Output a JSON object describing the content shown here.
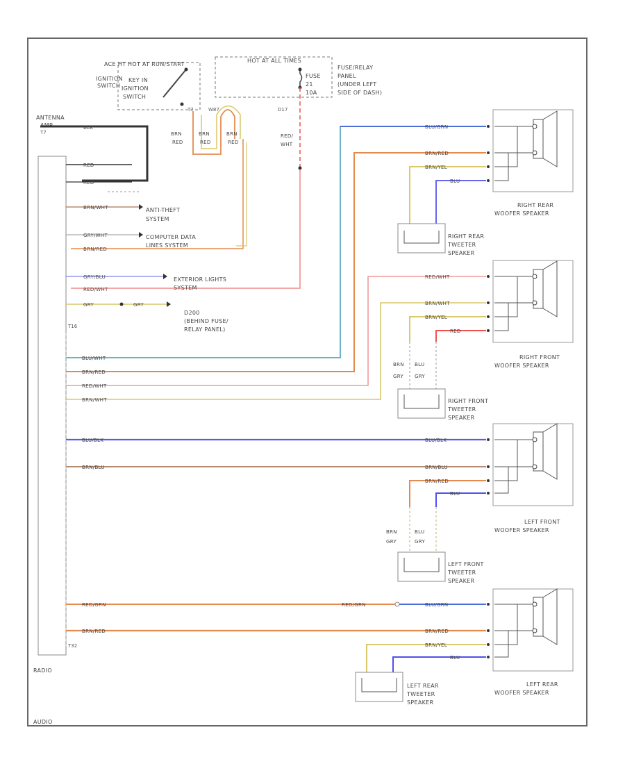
{
  "colors": {
    "blue": "#4d6fd6",
    "orange": "#e58a4e",
    "yellow": "#d9c96a",
    "red": "#ef6f6f",
    "pink": "#f29a9a",
    "black": "#333333",
    "teal": "#6fb3c8",
    "brown": "#b58c72",
    "violet": "#6666ee"
  },
  "top": {
    "ign_switch_header": "ACE HT HOT AT RUN/START",
    "ign_switch_l1": "IGNITION",
    "ign_switch_l2": "SWITCH",
    "key_in_l1": "KEY IN",
    "key_in_l2": "IGNITION",
    "key_in_l3": "SWITCH",
    "fuse_header": "HOT AT ALL TIMES",
    "fuse_l1": "FUSE",
    "fuse_l2": "21",
    "fuse_l3": "10A",
    "fuse_panel_l1": "FUSE/RELAY",
    "fuse_panel_l2": "PANEL",
    "fuse_panel_l3": "(UNDER LEFT",
    "fuse_panel_l4": "SIDE OF DASH)",
    "d17": "D17",
    "w87": "W87",
    "t7": "T7",
    "brn": "BRN",
    "red": "RED",
    "red_wht_1": "RED/",
    "red_wht_2": "WHT",
    "antenna_l1": "ANTENNA",
    "antenna_l2": "AMP",
    "antenna_l3": "T7"
  },
  "radio": {
    "wire_blk": "BLK",
    "wire_red1": "RED",
    "wire_red2": "RED",
    "anti_theft_wire": "BRN/WHT",
    "anti_theft_l1": "ANTI-THEFT",
    "anti_theft_l2": "SYSTEM",
    "computer_wire": "GRY/WHT",
    "computer_l1": "COMPUTER DATA",
    "computer_l2": "LINES SYSTEM",
    "brnred": "BRN/RED",
    "exterior_wire": "GRY/BLU",
    "exterior_l1": "EXTERIOR LIGHTS",
    "exterior_l2": "SYSTEM",
    "redwht": "RED/WHT",
    "gry1": "GRY",
    "gry2": "GRY",
    "d200_l1": "D200",
    "d200_l2": "(BEHIND FUSE/",
    "d200_l3": "RELAY PANEL)",
    "t16": "T16",
    "t32": "T32",
    "radio_label": "RADIO",
    "audio_label": "AUDIO",
    "w_bluwht": "BLU/WHT",
    "w_brnred": "BRN/RED",
    "w_redwht": "RED/WHT",
    "w_brnwht": "BRN/WHT",
    "w_blublk": "BLU/BLK",
    "w_brnblu": "BRN/BLU",
    "w_redgrn": "RED/GRN",
    "w_brnred2": "BRN/RED"
  },
  "speakers": {
    "rr": {
      "w1": "BLU/GRN",
      "w2": "BRN/RED",
      "w3": "BRN/YEL",
      "w4": "BLU",
      "woofer_l1": "RIGHT REAR",
      "woofer_l2": "WOOFER SPEAKER",
      "tw_l1": "RIGHT REAR",
      "tw_l2": "TWEETER",
      "tw_l3": "SPEAKER"
    },
    "rf": {
      "w1": "RED/WHT",
      "w2": "BRN/WHT",
      "w3": "BRN/YEL",
      "w4": "RED",
      "woofer_l1": "RIGHT FRONT",
      "woofer_l2": "WOOFER SPEAKER",
      "tw_l1": "RIGHT FRONT",
      "tw_l2": "TWEETER",
      "tw_l3": "SPEAKER",
      "brn": "BRN",
      "blu": "BLU",
      "gry1": "GRY",
      "gry2": "GRY"
    },
    "lf": {
      "w1": "BLU/BLK",
      "w2": "BRN/BLU",
      "w3": "BRN/RED",
      "w4": "BLU",
      "woofer_l1": "LEFT FRONT",
      "woofer_l2": "WOOFER SPEAKER",
      "tw_l1": "LEFT FRONT",
      "tw_l2": "TWEETER",
      "tw_l3": "SPEAKER",
      "brn": "BRN",
      "blu": "BLU",
      "gry1": "GRY",
      "gry2": "GRY"
    },
    "lr": {
      "w1": "BLU/GRN",
      "w2": "BRN/RED",
      "w3": "BRN/YEL",
      "w4": "BLU",
      "woofer_l1": "LEFT REAR",
      "woofer_l2": "WOOFER SPEAKER",
      "tw_l1": "LEFT REAR",
      "tw_l2": "TWEETER",
      "tw_l3": "SPEAKER"
    }
  }
}
